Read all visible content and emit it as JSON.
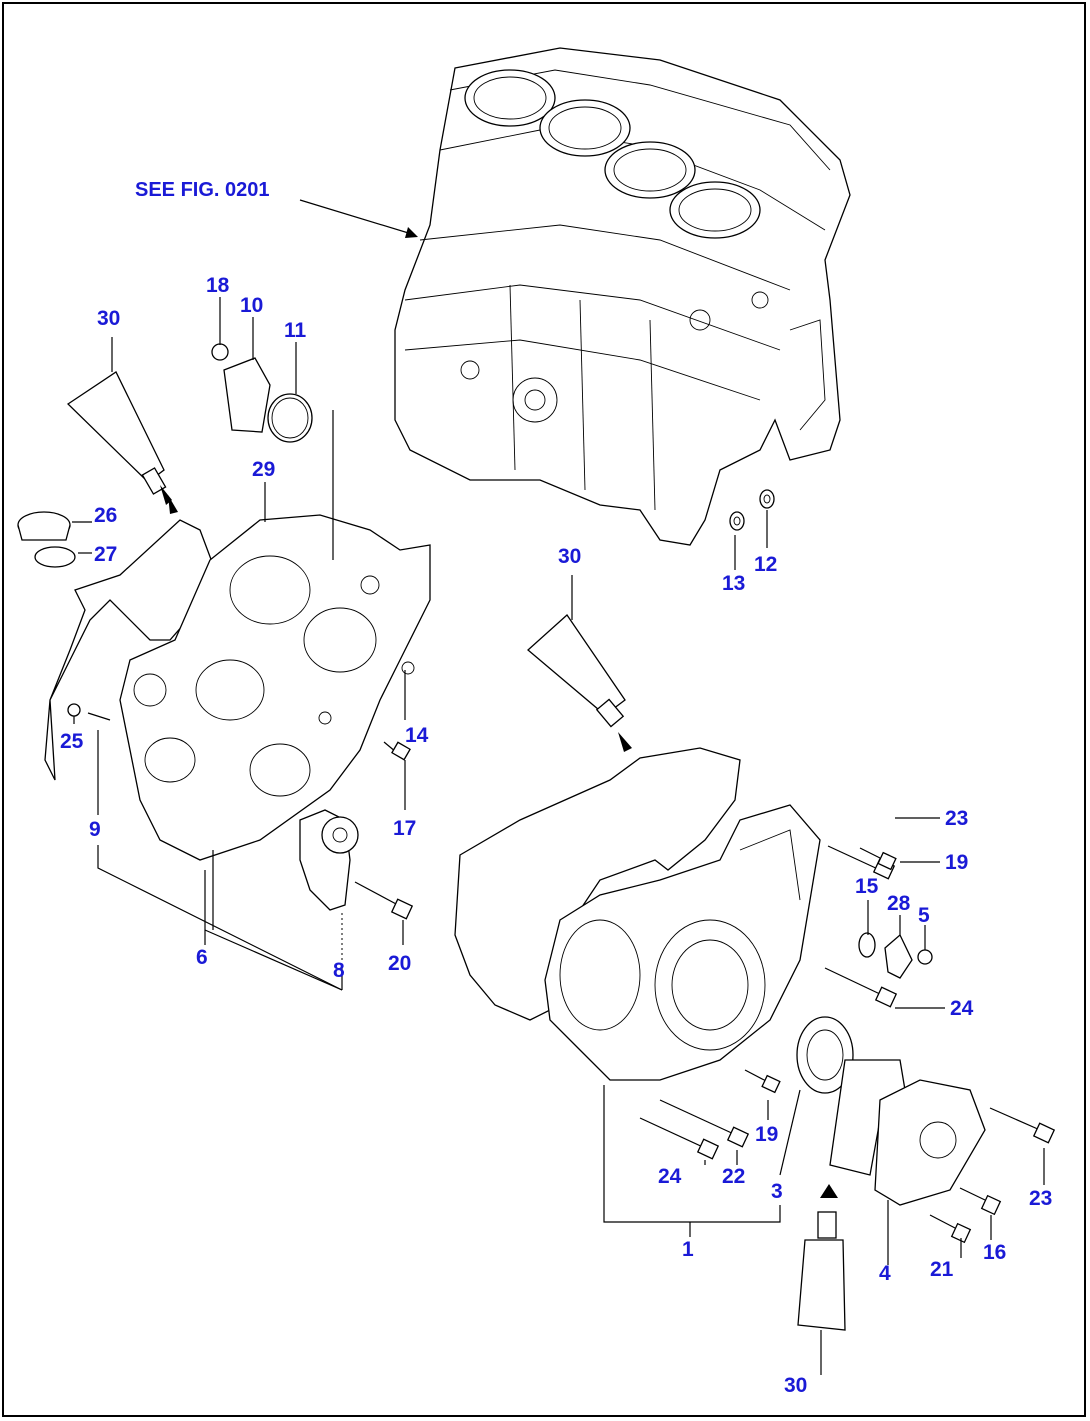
{
  "figure_reference": "SEE FIG. 0201",
  "colors": {
    "label": "#1a1ad6",
    "line": "#000000",
    "background": "#ffffff"
  },
  "callouts": {
    "c30a": "30",
    "c18": "18",
    "c10": "10",
    "c11": "11",
    "c29": "29",
    "c26": "26",
    "c27": "27",
    "c25": "25",
    "c14": "14",
    "c17": "17",
    "c9": "9",
    "c6": "6",
    "c8": "8",
    "c20": "20",
    "c13": "13",
    "c12": "12",
    "c30b": "30",
    "c23a": "23",
    "c19a": "19",
    "c15": "15",
    "c28": "28",
    "c5": "5",
    "c24a": "24",
    "c19b": "19",
    "c24b": "24",
    "c22": "22",
    "c3": "3",
    "c1": "1",
    "c23b": "23",
    "c16": "16",
    "c21": "21",
    "c4": "4",
    "c30c": "30"
  }
}
